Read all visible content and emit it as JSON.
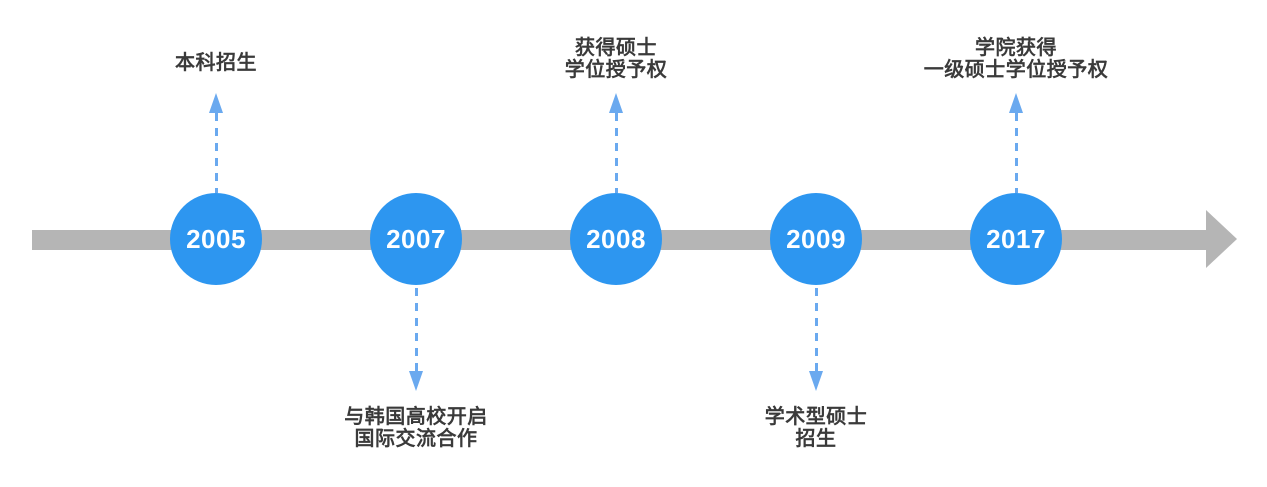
{
  "diagram": {
    "type": "timeline",
    "orientation": "horizontal-left-to-right",
    "colors": {
      "node_fill": "#2d96f0",
      "connector": "#6aa9ef",
      "axis": "#b5b5b5",
      "label_text": "#3a3a3a",
      "year_text": "#ffffff"
    },
    "events": [
      {
        "year": "2005",
        "side": "up",
        "label_lines": [
          "本科招生"
        ]
      },
      {
        "year": "2007",
        "side": "down",
        "label_lines": [
          "与韩国高校开启",
          "国际交流合作"
        ]
      },
      {
        "year": "2008",
        "side": "up",
        "label_lines": [
          "获得硕士",
          "学位授予权"
        ]
      },
      {
        "year": "2009",
        "side": "down",
        "label_lines": [
          "学术型硕士",
          "招生"
        ]
      },
      {
        "year": "2017",
        "side": "up",
        "label_lines": [
          "学院获得",
          "一级硕士学位授予权"
        ]
      }
    ]
  }
}
